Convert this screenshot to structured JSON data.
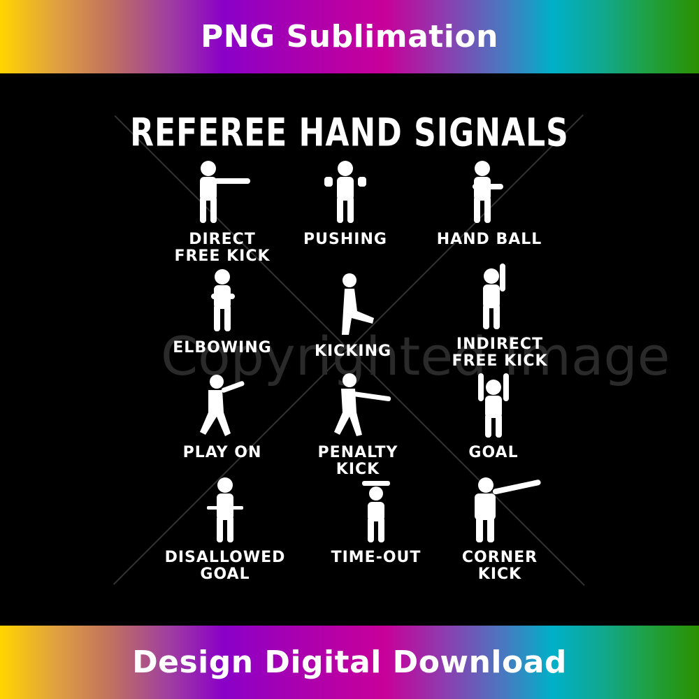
{
  "banner_top": {
    "text": "PNG Sublimation"
  },
  "banner_bottom": {
    "text": "Design Digital Download"
  },
  "poster": {
    "title": "REFEREE HAND SIGNALS",
    "watermark": "Copyrighted Image",
    "signals": [
      {
        "label": "DIRECT\nFREE KICK"
      },
      {
        "label": "PUSHING"
      },
      {
        "label": "HAND BALL"
      },
      {
        "label": "ELBOWING"
      },
      {
        "label": "KICKING"
      },
      {
        "label": "INDIRECT\nFREE KICK"
      },
      {
        "label": "PLAY ON"
      },
      {
        "label": "PENALTY\nKICK"
      },
      {
        "label": "GOAL"
      },
      {
        "label": "DISALLOWED\nGOAL"
      },
      {
        "label": "TIME-OUT"
      },
      {
        "label": "CORNER\nKICK"
      }
    ]
  }
}
